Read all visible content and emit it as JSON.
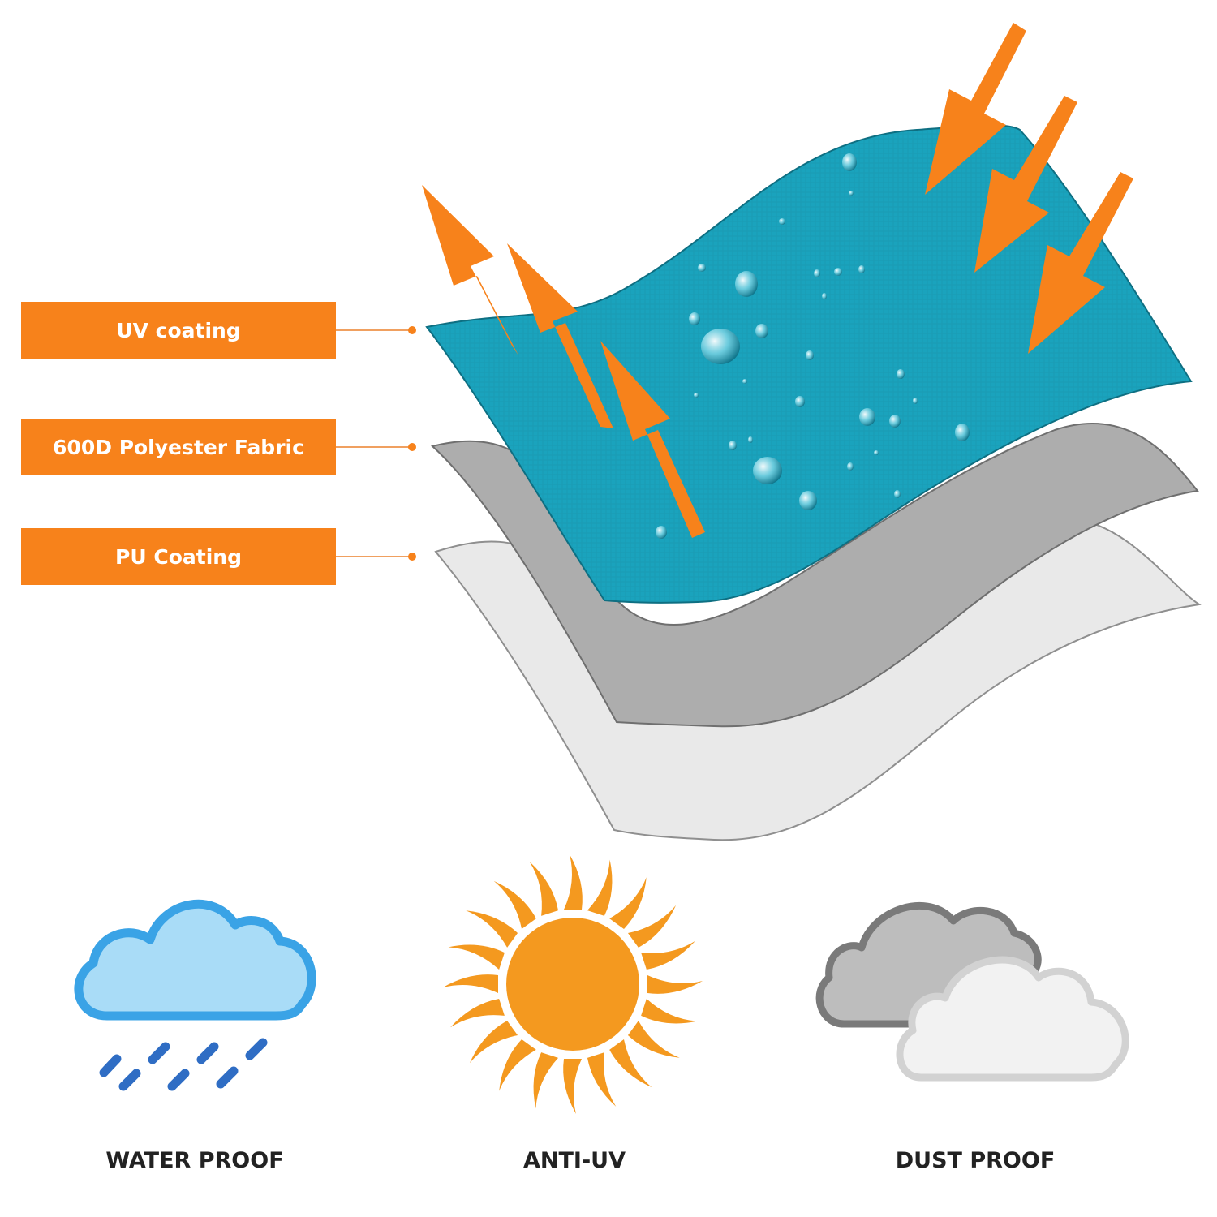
{
  "layers": [
    {
      "label": "UV coating"
    },
    {
      "label": "600D Polyester Fabric"
    },
    {
      "label": "PU Coating"
    }
  ],
  "features": [
    {
      "label": "WATER PROOF",
      "icon": "rain-cloud-icon"
    },
    {
      "label": "ANTI-UV",
      "icon": "sun-icon"
    },
    {
      "label": "DUST PROOF",
      "icon": "clouds-icon"
    }
  ],
  "colors": {
    "accent": "#f7821b",
    "fabric": "#1aa3bd",
    "middle_layer": "#adadad",
    "bottom_layer": "#e9e9e9",
    "rain_cloud": "#a9dcf7",
    "rain_drops": "#2f6dc4",
    "sun": "#f4991f"
  }
}
